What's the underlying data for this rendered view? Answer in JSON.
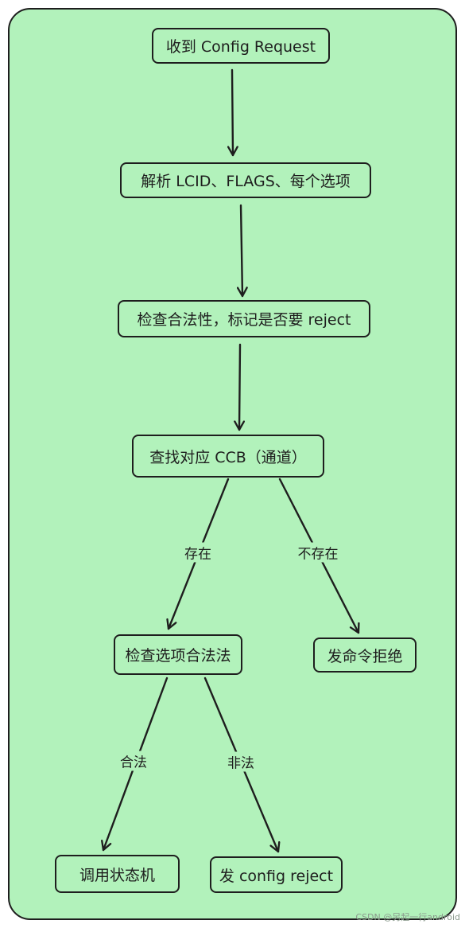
{
  "nodes": {
    "receive": "收到 Config Request",
    "parse": "解析 LCID、FLAGS、每个选项",
    "check_validity": "检查合法性，标记是否要 reject",
    "find_ccb": "查找对应 CCB（通道）",
    "check_options": "检查选项合法法",
    "cmd_reject": "发命令拒绝",
    "call_state_machine": "调用状态机",
    "send_config_reject": "发 config reject"
  },
  "edge_labels": {
    "exists": "存在",
    "not_exists": "不存在",
    "legal": "合法",
    "illegal": "非法"
  },
  "watermark": "CSDN @另起一行android",
  "colors": {
    "background": "#b2f2bb",
    "stroke": "#1e1e1e"
  }
}
